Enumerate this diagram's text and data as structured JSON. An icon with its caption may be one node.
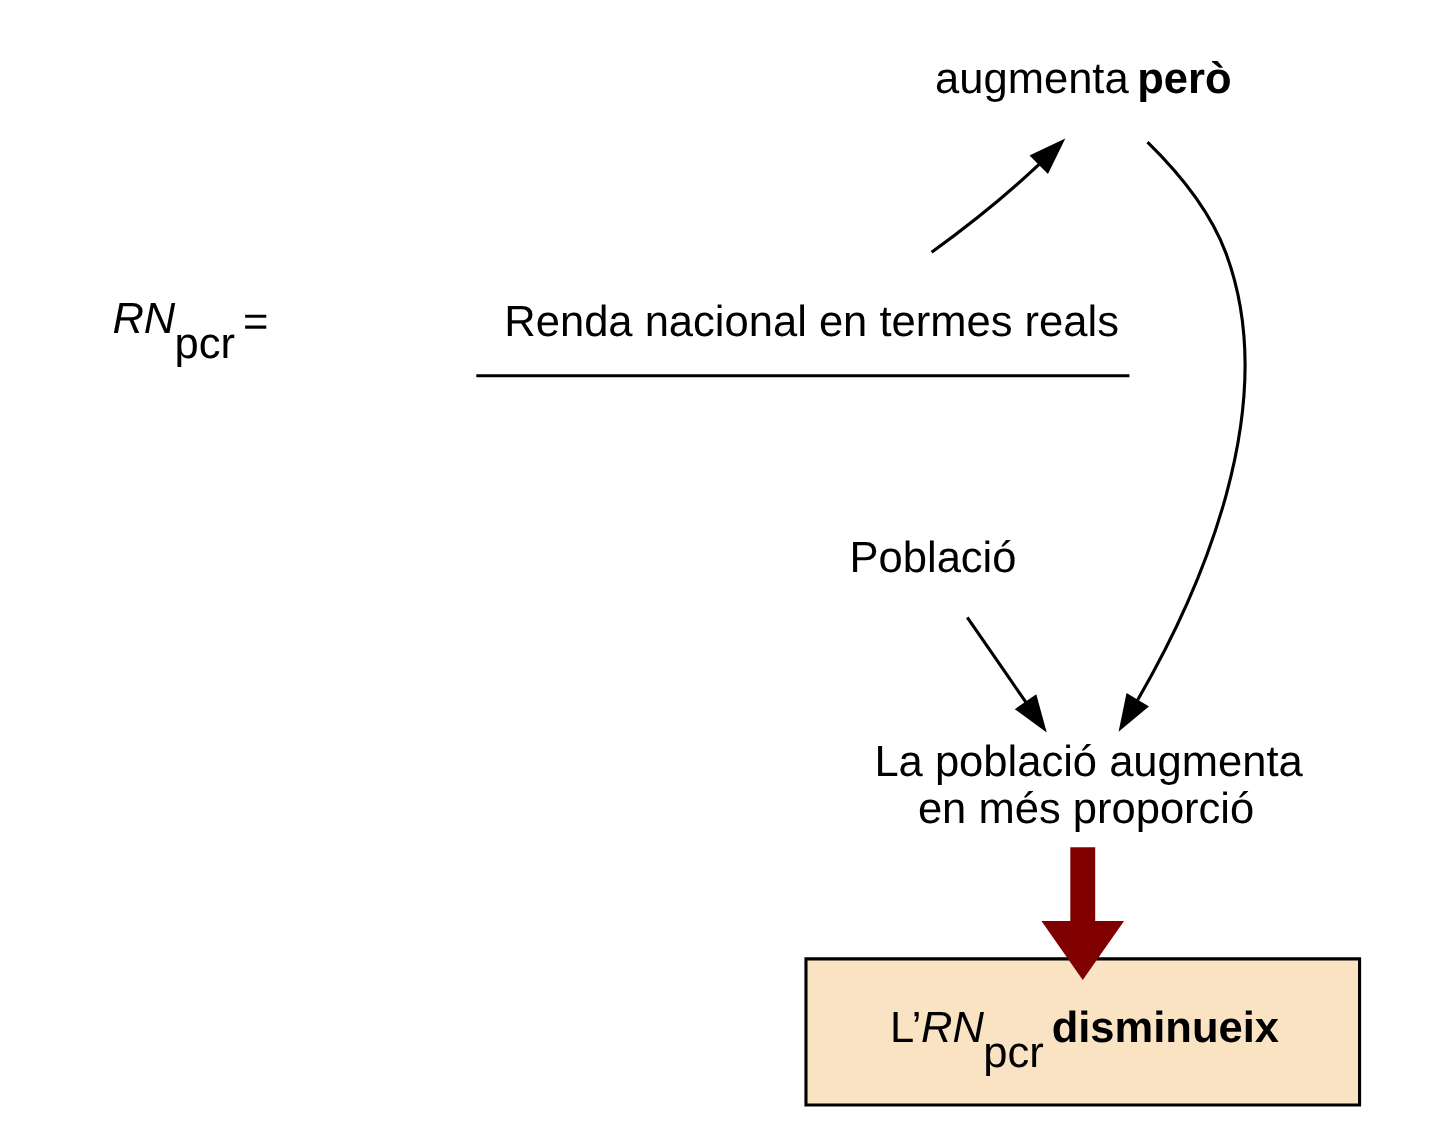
{
  "diagram": {
    "nodes": [
      {
        "text": [
          "Renda nacional en termes reals"
        ]
      },
      {
        "text": [
          "Població"
        ]
      },
      {
        "text": [
          "augmenta **però**"
        ]
      },
      {
        "text": [
          "La població augmenta en més proporció"
        ]
      },
      {
        "text": [
          "L’*RN*$_{pcr}$ **disminueix**"
        ]
      }
    ],
    "edges": [
      {
        "from": 0,
        "to": 2,
        "arrow": "to"
      },
      {
        "from": 2,
        "to": 3,
        "arrow": "to"
      },
      {
        "from": 1,
        "to": 3,
        "arrow": "to"
      },
      {
        "from": 3,
        "to": 4,
        "arrow": "to",
        "style": "thick",
        "color": "#800000"
      }
    ],
    "labels": [
      "*RN*$_{pcr}$ ="
    ]
  }
}
